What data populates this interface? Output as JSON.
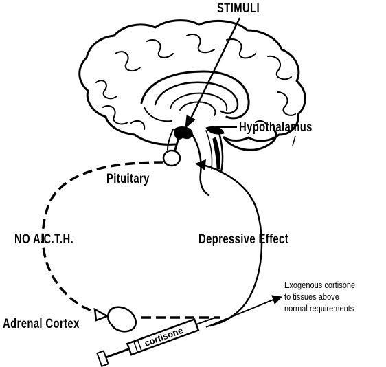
{
  "labels": {
    "stimuli": "STIMULI",
    "hypothalamus": "Hypothalamus",
    "pituitary": "Pituitary",
    "no_acth": "NO A.C.T.H.",
    "depressive_effect": "Depressive Effect",
    "adrenal_cortex": "Adrenal Cortex",
    "syringe_label": "cortisone"
  },
  "note": {
    "line1": "Exogenous cortisone",
    "line2": "to tissues above",
    "line3": "normal requirements"
  },
  "colors": {
    "ink": "#000000",
    "paper": "#ffffff"
  }
}
